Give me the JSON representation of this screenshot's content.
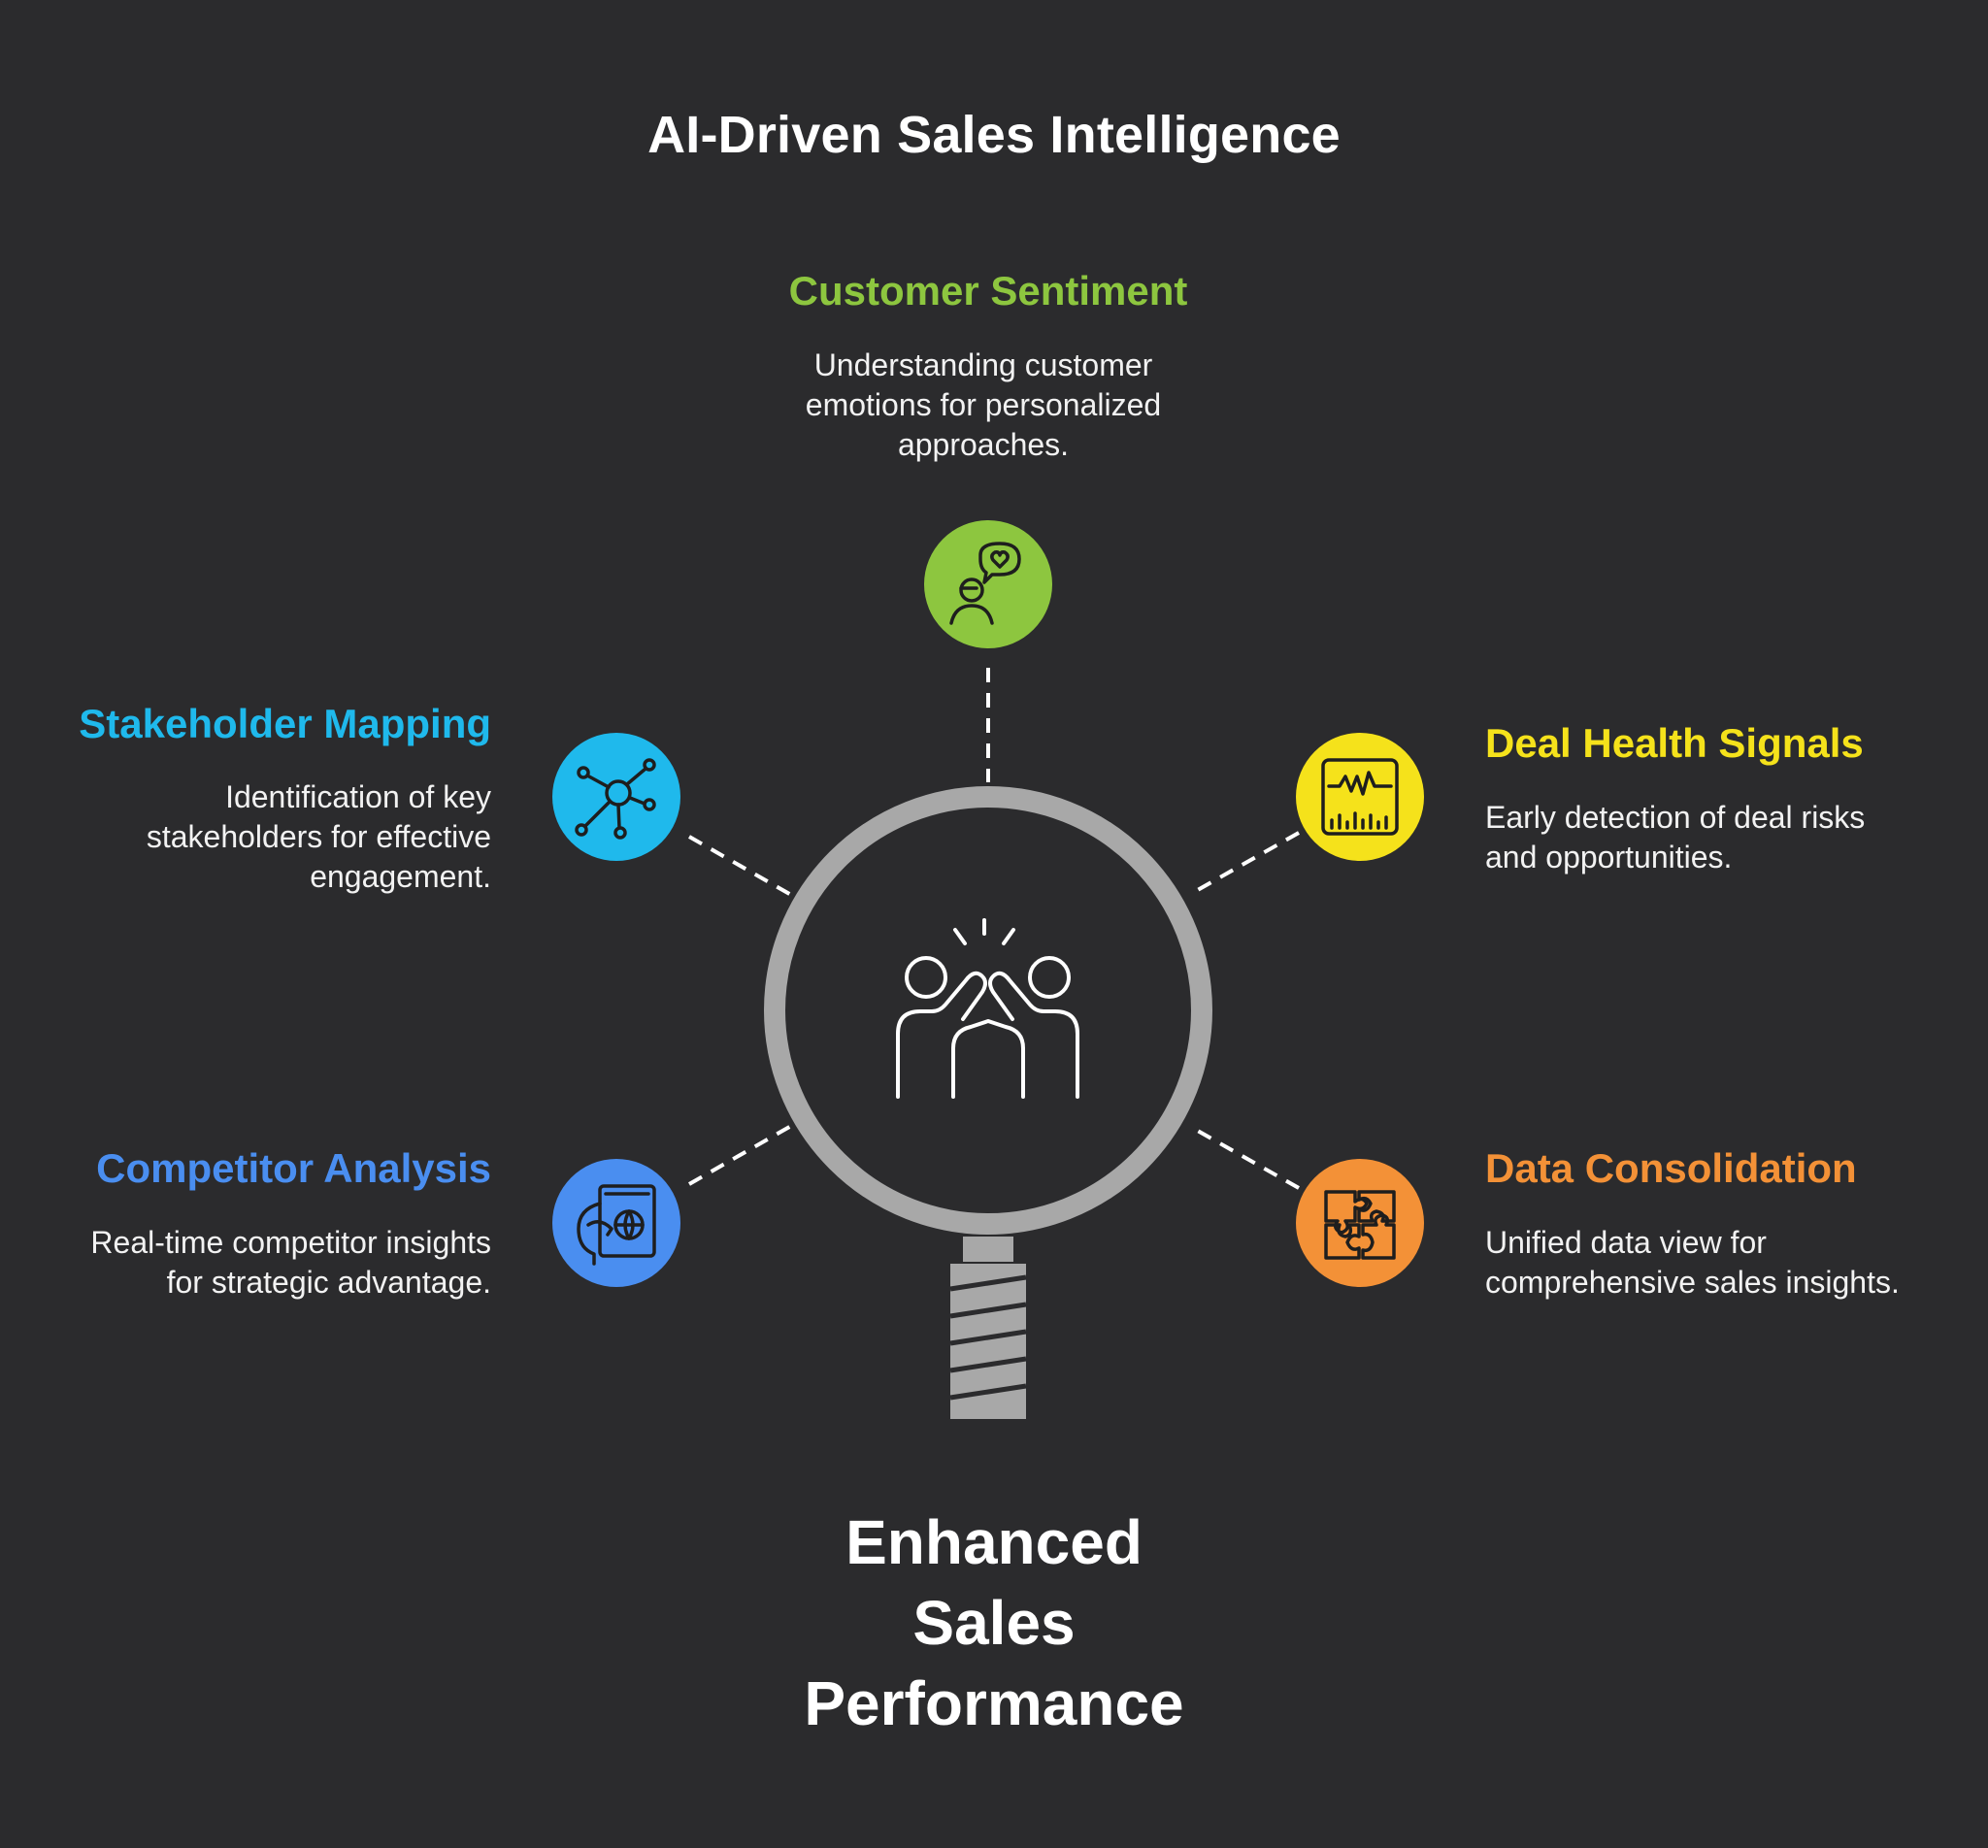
{
  "title": "AI-Driven Sales Intelligence",
  "colors": {
    "background": "#2b2b2d",
    "lens_ring": "#a8a8a8",
    "connector": "#ffffff"
  },
  "center": {
    "icon": "high-five-icon",
    "outcome_lines": [
      "Enhanced",
      "Sales",
      "Performance"
    ]
  },
  "nodes": [
    {
      "id": "customer-sentiment",
      "title": "Customer Sentiment",
      "description": [
        "Understanding customer",
        "emotions for personalized",
        "approaches."
      ],
      "color": "#8dc63f",
      "icon": "person-speech-heart-icon"
    },
    {
      "id": "stakeholder-mapping",
      "title": "Stakeholder Mapping",
      "description": [
        "Identification of key",
        "stakeholders for effective",
        "engagement."
      ],
      "color": "#1fb9ec",
      "icon": "network-hub-icon"
    },
    {
      "id": "deal-health-signals",
      "title": "Deal Health Signals",
      "description": [
        "Early detection of deal risks",
        "and opportunities."
      ],
      "color": "#f5e21b",
      "icon": "monitor-pulse-icon"
    },
    {
      "id": "competitor-analysis",
      "title": "Competitor Analysis",
      "description": [
        "Real-time competitor insights",
        "for strategic advantage."
      ],
      "color": "#4a8ef0",
      "icon": "passport-globe-icon"
    },
    {
      "id": "data-consolidation",
      "title": "Data Consolidation",
      "description": [
        "Unified data view for",
        "comprehensive sales insights."
      ],
      "color": "#f39137",
      "icon": "puzzle-pieces-icon"
    }
  ]
}
